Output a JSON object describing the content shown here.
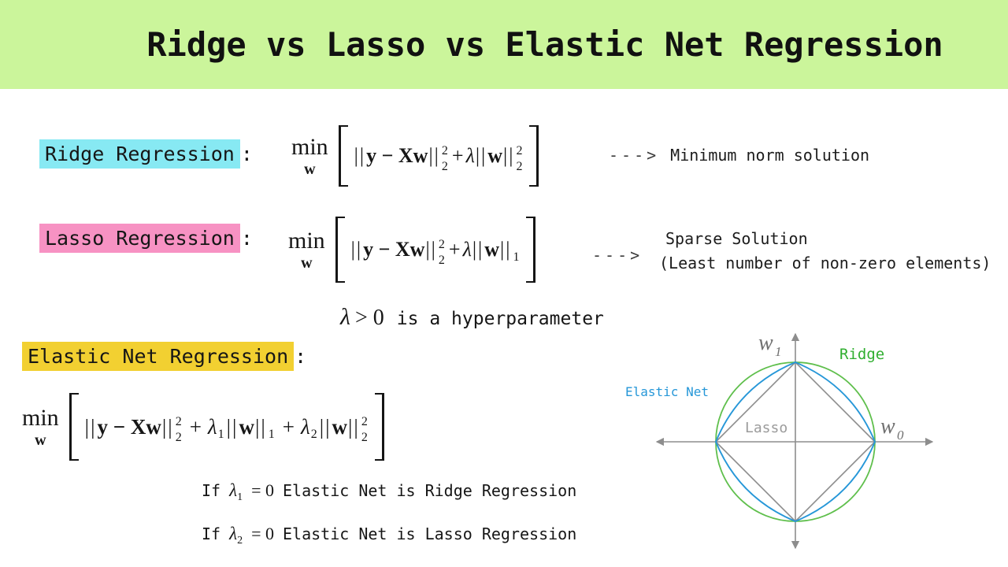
{
  "header": {
    "title": "Ridge vs Lasso vs Elastic Net Regression",
    "bg_color": "#cbf59b"
  },
  "sections": {
    "ridge": {
      "label": "Ridge Regression",
      "colon": ":",
      "highlight_color": "#87e9f3",
      "arrow": "--->",
      "note": "Minimum norm solution"
    },
    "lasso": {
      "label": "Lasso Regression",
      "colon": ":",
      "highlight_color": "#f792c3",
      "arrow": "--->",
      "note_line1": "Sparse Solution",
      "note_line2": "(Least number of non-zero elements)"
    },
    "elastic": {
      "label": "Elastic Net Regression",
      "colon": ":",
      "highlight_color": "#f2d031"
    }
  },
  "formulas": {
    "ridge": {
      "min": "min",
      "arg": "w",
      "open": "||",
      "body": "y − Xw",
      "close": "||",
      "sup": "2",
      "sub": "2",
      "op": "+",
      "lambda": "λ",
      "open2": "||",
      "body2": "w",
      "close2": "||",
      "sup2": "2",
      "sub2": "2"
    },
    "lasso": {
      "min": "min",
      "arg": "w",
      "open": "||",
      "body": "y − Xw",
      "close": "||",
      "sup": "2",
      "sub": "2",
      "op": "+",
      "lambda": "λ",
      "open2": "||",
      "body2": "w",
      "close2": "||",
      "sub2": "1"
    },
    "elastic": {
      "min": "min",
      "arg": "w",
      "open": "||",
      "body": "y − Xw",
      "close": "||",
      "sup": "2",
      "sub": "2",
      "op1": "+",
      "lambda1": "λ",
      "lambda1_sub": "1",
      "open2": "||",
      "body2": "w",
      "close2": "||",
      "sub2": "1",
      "op2": "+",
      "lambda2": "λ",
      "lambda2_sub": "2",
      "open3": "||",
      "body3": "w",
      "close3": "||",
      "sup3": "2",
      "sub3": "2"
    }
  },
  "hyperparameter_note": {
    "symbol": "λ",
    "relation": "> 0",
    "text": "is a hyperparameter"
  },
  "conditions": [
    {
      "prefix": "If",
      "symbol": "λ",
      "symbol_sub": "1",
      "equals": "= 0",
      "text": "Elastic Net is Ridge Regression"
    },
    {
      "prefix": "If",
      "symbol": "λ",
      "symbol_sub": "2",
      "equals": "= 0",
      "text": "Elastic Net is Lasso Regression"
    }
  ],
  "diagram": {
    "axis_y_label": "w",
    "axis_y_sub": "1",
    "axis_x_label": "w",
    "axis_x_sub": "0",
    "ridge_label": "Ridge",
    "lasso_label": "Lasso",
    "elastic_label": "Elastic Net",
    "colors": {
      "ridge_circle": "#5fbf4c",
      "ridge_text": "#2fae2f",
      "elastic": "#2697d8",
      "axis": "#8d8d8d",
      "lasso_text": "#9b9b9b",
      "axis_label": "#6f6f6f"
    }
  }
}
